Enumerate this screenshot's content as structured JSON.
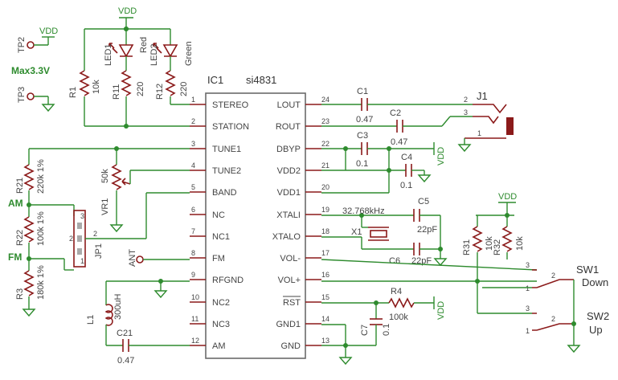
{
  "ic": {
    "ref": "IC1",
    "part": "si4831",
    "left_pins": [
      {
        "num": "1",
        "name": "STEREO"
      },
      {
        "num": "2",
        "name": "STATION"
      },
      {
        "num": "3",
        "name": "TUNE1"
      },
      {
        "num": "4",
        "name": "TUNE2"
      },
      {
        "num": "5",
        "name": "BAND"
      },
      {
        "num": "6",
        "name": "NC"
      },
      {
        "num": "7",
        "name": "NC1"
      },
      {
        "num": "8",
        "name": "FM"
      },
      {
        "num": "9",
        "name": "RFGND"
      },
      {
        "num": "10",
        "name": "NC2"
      },
      {
        "num": "11",
        "name": "NC3"
      },
      {
        "num": "12",
        "name": "AM"
      }
    ],
    "right_pins": [
      {
        "num": "24",
        "name": "LOUT"
      },
      {
        "num": "23",
        "name": "ROUT"
      },
      {
        "num": "22",
        "name": "DBYP"
      },
      {
        "num": "21",
        "name": "VDD2"
      },
      {
        "num": "20",
        "name": "VDD1"
      },
      {
        "num": "19",
        "name": "XTALI"
      },
      {
        "num": "18",
        "name": "XTALO"
      },
      {
        "num": "17",
        "name": "VOL-"
      },
      {
        "num": "16",
        "name": "VOL+"
      },
      {
        "num": "15",
        "name": "RST"
      },
      {
        "num": "14",
        "name": "GND1"
      },
      {
        "num": "13",
        "name": "GND"
      }
    ]
  },
  "power": {
    "vdd": "VDD"
  },
  "testpoints": {
    "tp2": "TP2",
    "tp3": "TP3",
    "max": "Max3.3V"
  },
  "leds": {
    "led1": {
      "ref": "LED1",
      "color": "Red"
    },
    "led2": {
      "ref": "LED2",
      "color": "Green"
    }
  },
  "resistors": {
    "r1": {
      "ref": "R1",
      "value": "10k"
    },
    "r11": {
      "ref": "R11",
      "value": "220"
    },
    "r12": {
      "ref": "R12",
      "value": "220"
    },
    "r21": {
      "ref": "R21",
      "value": "220k 1%"
    },
    "r22": {
      "ref": "R22",
      "value": "100k 1%"
    },
    "r3": {
      "ref": "R3",
      "value": "180k 1%"
    },
    "r4": {
      "ref": "R4",
      "value": "100k"
    },
    "r31": {
      "ref": "R31",
      "value": "10k"
    },
    "r32": {
      "ref": "R32",
      "value": "10k"
    }
  },
  "caps": {
    "c1": {
      "ref": "C1",
      "value": "0.47"
    },
    "c2": {
      "ref": "C2",
      "value": "0.47"
    },
    "c3": {
      "ref": "C3",
      "value": "0.1"
    },
    "c4": {
      "ref": "C4",
      "value": "0.1"
    },
    "c5": {
      "ref": "C5",
      "value": "22pF"
    },
    "c6": {
      "ref": "C6",
      "value": "22pF"
    },
    "c7": {
      "ref": "C7",
      "value": "0.1"
    },
    "c21": {
      "ref": "C21",
      "value": "0.47"
    }
  },
  "misc": {
    "vr1": "VR1",
    "vr1_value": "50k",
    "jp1": "JP1",
    "jp_pins": [
      "3",
      "2",
      "1"
    ],
    "x1": "X1",
    "xtal_freq": "32.768kHz",
    "l1": "L1",
    "l1_value": "300uH",
    "ant": "ANT",
    "am": "AM",
    "fm": "FM",
    "j1": "J1",
    "j1_pins": [
      "2",
      "3",
      "1"
    ],
    "sw1": "SW1",
    "sw1_label": "Down",
    "sw2": "SW2",
    "sw2_label": "Up",
    "sw_pins": [
      "3",
      "1",
      "2"
    ]
  }
}
